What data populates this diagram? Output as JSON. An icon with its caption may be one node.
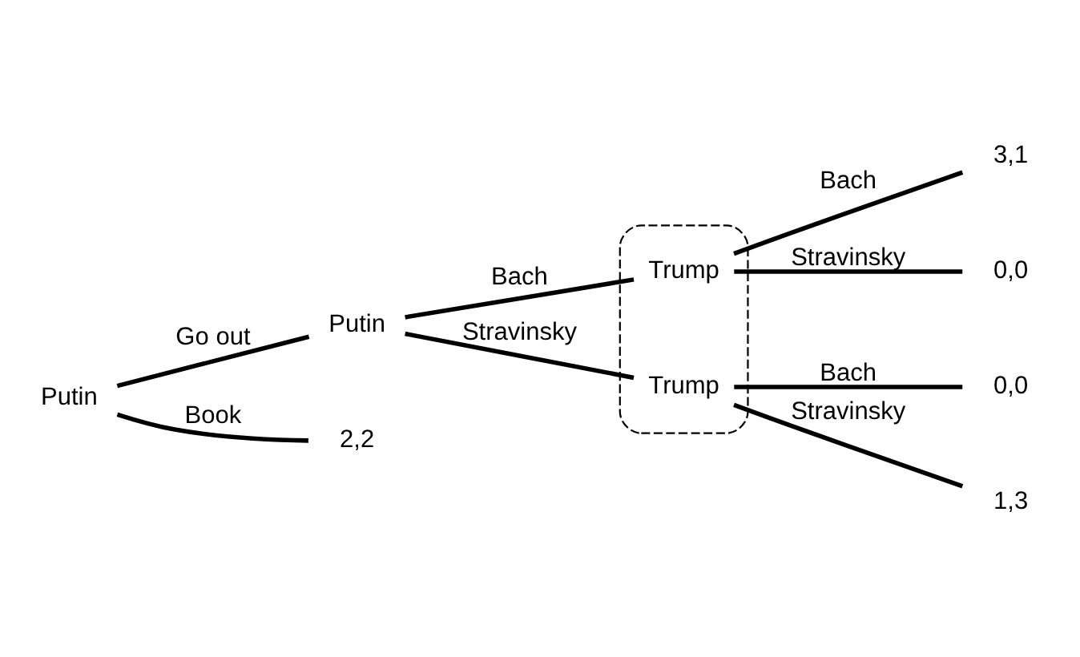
{
  "diagram": {
    "nodes": [
      {
        "text": [
          "Putin"
        ]
      },
      {
        "text": [
          "Putin"
        ]
      },
      {
        "text": [
          "2,2"
        ]
      },
      {
        "text": [],
        "shape": "ellipse"
      },
      {
        "text": [
          "Trump"
        ],
        "in": 3
      },
      {
        "text": [
          "Trump"
        ],
        "in": 3
      },
      {
        "text": [
          "3,1"
        ]
      },
      {
        "text": [
          "0,0"
        ]
      },
      {
        "text": [
          "0,0"
        ]
      },
      {
        "text": [
          "1,3"
        ]
      }
    ],
    "edges": [
      {
        "from": 0,
        "to": 1,
        "arrow": "none",
        "label": "Go out"
      },
      {
        "from": 0,
        "to": 2,
        "arrow": "none",
        "label": "Book"
      },
      {
        "from": 1,
        "to": 4,
        "arrow": "none",
        "label": "Bach"
      },
      {
        "from": 1,
        "to": 5,
        "arrow": "none",
        "label": "Stravinsky"
      },
      {
        "from": 4,
        "to": 6,
        "arrow": "none",
        "label": "Bach"
      },
      {
        "from": 4,
        "to": 7,
        "arrow": "none",
        "label": "Stravinsky"
      },
      {
        "from": 5,
        "to": 8,
        "arrow": "none",
        "label": "Bach"
      },
      {
        "from": 5,
        "to": 9,
        "arrow": "none",
        "label": "Stravinsky"
      }
    ]
  }
}
